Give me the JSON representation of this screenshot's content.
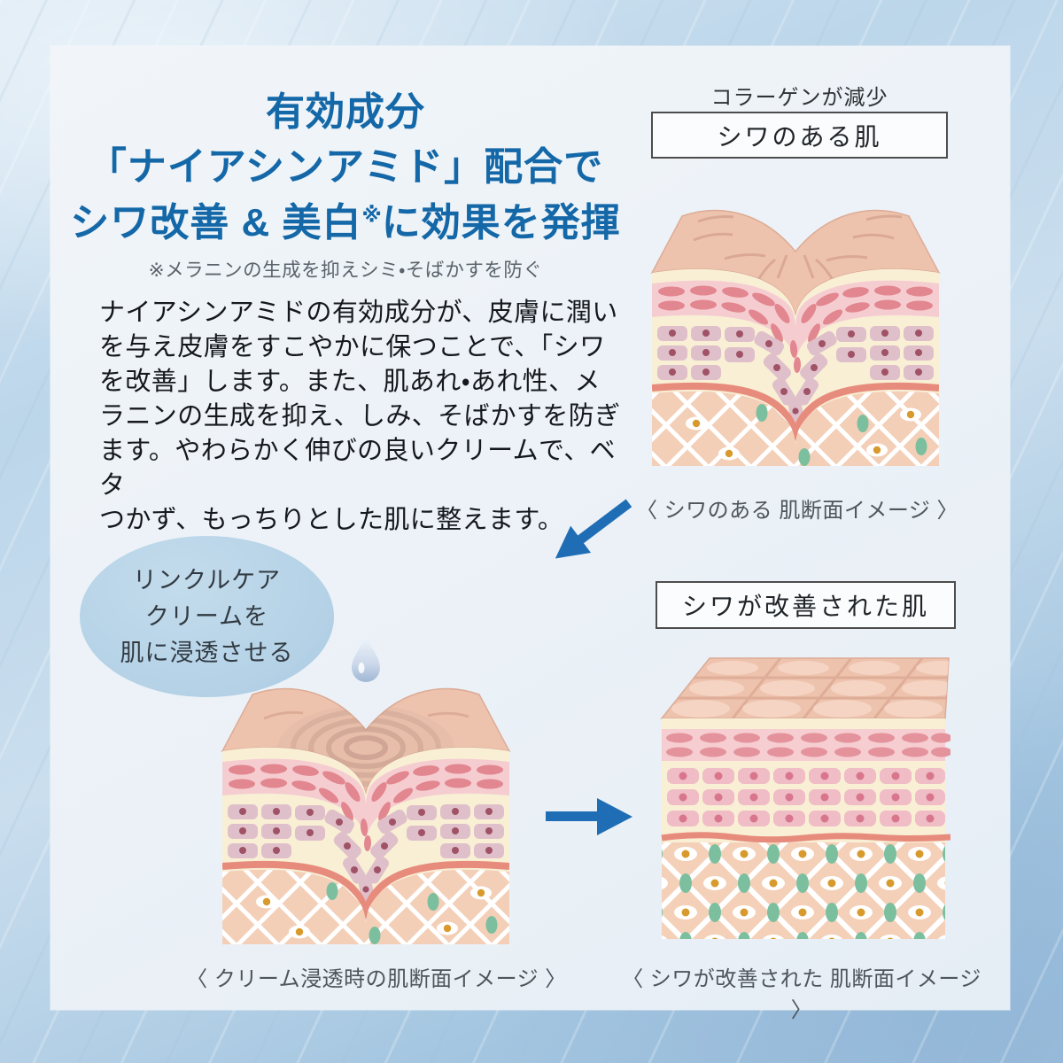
{
  "colors": {
    "accent_blue_heading": "#1468a8",
    "arrow_blue": "#1f6db4",
    "bubble_blue": "#b4d1e6",
    "panel_background": "#edf2f7",
    "outer_water_blue": "#aecde5",
    "skin_surface": "#eec3ae",
    "epidermis_cream": "#f8efd5",
    "collagen_pink_band": "#f5cdd1",
    "collagen_fiber": "#e2868f",
    "cell_mauve": "#dfc0ca",
    "cell_pink_improved": "#f0bcc6",
    "dermis_line_salmon": "#e78c7c",
    "dermis_peach": "#f3cfb8",
    "lattice_white": "#ffffff",
    "node_green": "#7cbf9e",
    "nucleus_orange": "#d89a2c"
  },
  "heading": {
    "line1": "有効成分",
    "line2": "「ナイアシンアミド」配合で",
    "line3_pre": "シワ改善 & 美白",
    "line3_sup": "※",
    "line3_post": "に効果を発揮",
    "note": "※メラニンの生成を抑えシミ・そばかすを防ぐ"
  },
  "body_text_lines": [
    "ナイアシンアミドの有効成分が、皮膚に潤い",
    "を与え皮膚をすこやかに保つことで、「シワ",
    "を改善」します。また、肌あれ・あれ性、メ",
    "ラニンの生成を抑え、しみ、そばかすを防ぎ",
    "ます。やわらかく伸びの良いクリームで、ベタ",
    "つかず、もっちりとした肌に整えます。"
  ],
  "before_skin": {
    "top_label": "コラーゲンが減少",
    "box_label": "シワのある肌",
    "caption": "〈 シワのある 肌断面イメージ 〉"
  },
  "bubble_lines": [
    "リンクルケア",
    "クリームを",
    "肌に浸透させる"
  ],
  "cream_skin": {
    "caption": "〈 クリーム浸透時の肌断面イメージ 〉"
  },
  "after_skin": {
    "box_label": "シワが改善された肌",
    "caption": "〈 シワが改善された 肌断面イメージ 〉"
  }
}
